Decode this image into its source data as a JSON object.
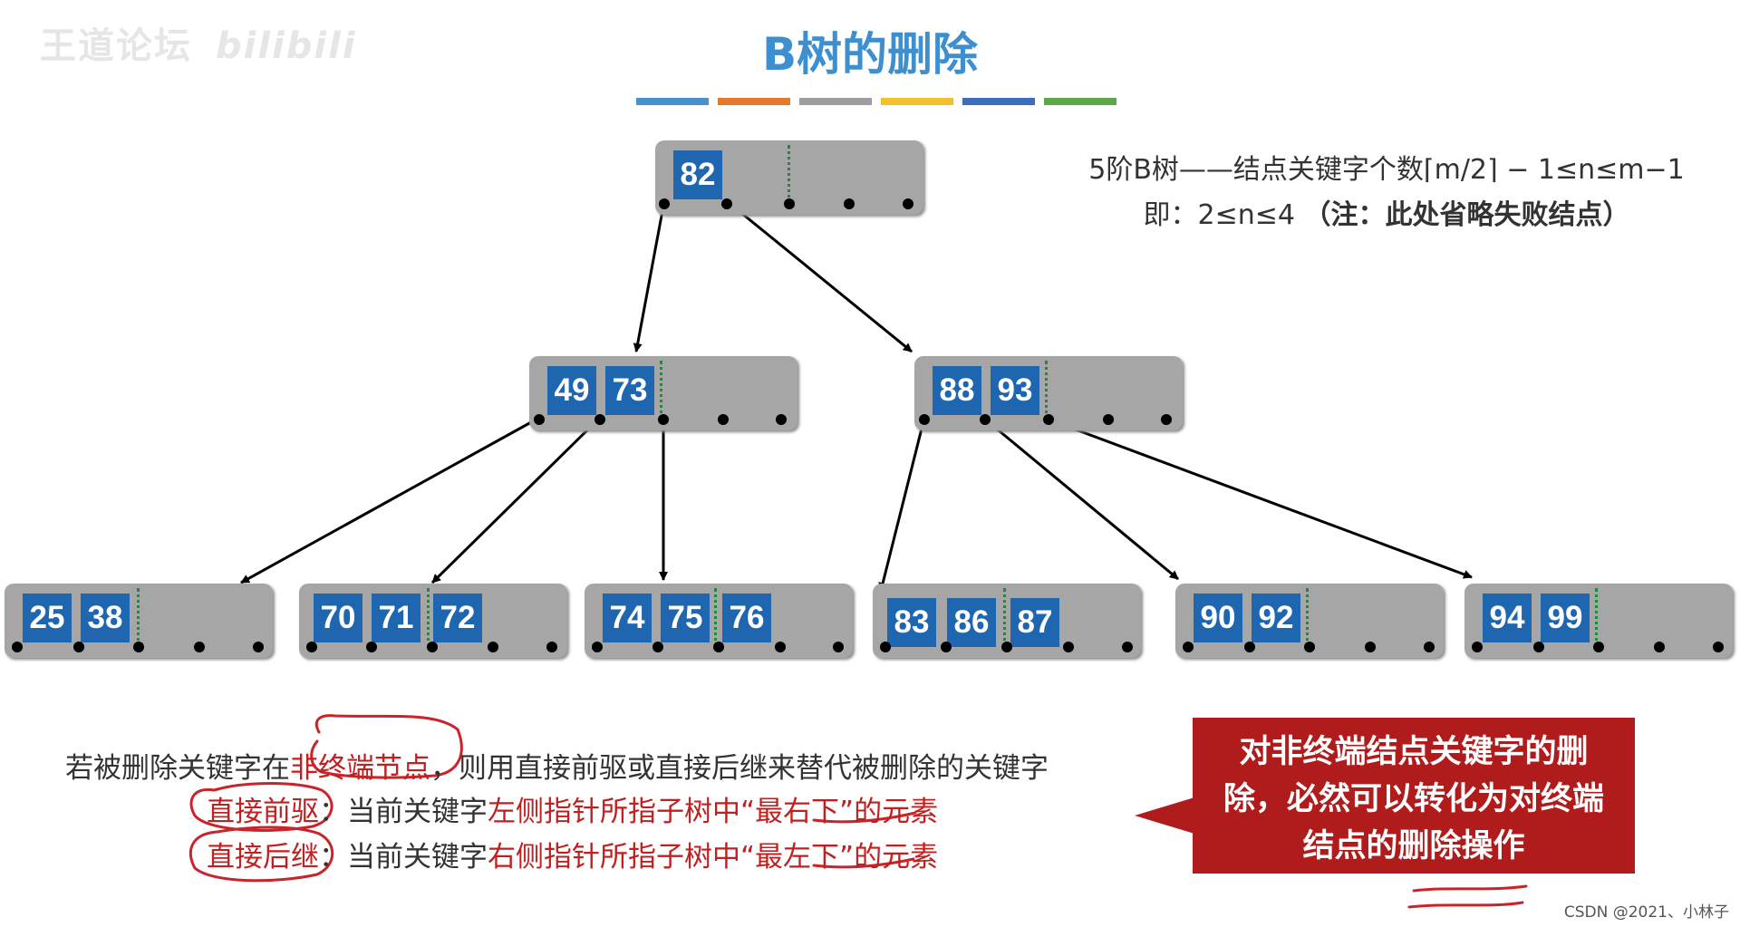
{
  "watermark": {
    "left": "王道论坛",
    "right": "bilibili"
  },
  "title": "B树的删除",
  "colors": {
    "key_fill": "#1f66b0",
    "node_fill": "#a6a6a6",
    "red_text": "#c0201f",
    "callout": "#b01c1c",
    "title": "#3d8fd0",
    "bar_colors": [
      "#4a8fd0",
      "#e2792c",
      "#9e9e9e",
      "#f2c12e",
      "#3b6fbe",
      "#5da74a"
    ]
  },
  "tree": {
    "root": {
      "keys": [
        "82"
      ]
    },
    "level2": [
      {
        "keys": [
          "49",
          "73"
        ]
      },
      {
        "keys": [
          "88",
          "93"
        ]
      }
    ],
    "leaves": [
      {
        "keys": [
          "25",
          "38"
        ]
      },
      {
        "keys": [
          "70",
          "71",
          "72"
        ]
      },
      {
        "keys": [
          "74",
          "75",
          "76"
        ]
      },
      {
        "keys": [
          "83",
          "86",
          "87"
        ]
      },
      {
        "keys": [
          "90",
          "92"
        ]
      },
      {
        "keys": [
          "94",
          "99"
        ]
      }
    ]
  },
  "note": {
    "line1": "5阶B树——结点关键字个数⌈m/2⌉ − 1≤n≤m−1",
    "line2_prefix": "即：2≤n≤4",
    "line2_bold": "（注：此处省略失败结点）"
  },
  "text": {
    "line1_a": "若被删除关键字在",
    "line1_b": "非终端节点",
    "line1_c": "，则用直接前驱或直接后继来替代被删除的关键字",
    "pred_label": "直接前驱",
    "pred_a": "：当前关键字",
    "pred_b": "左侧指针所指子树中",
    "pred_c": "“最右下”",
    "pred_d": "的元素",
    "succ_label": "直接后继",
    "succ_a": "：当前关键字",
    "succ_b": "右侧指针所指子树中",
    "succ_c": "“最左下”",
    "succ_d": "的元素"
  },
  "callout": {
    "line1": "对非终端结点关键字的删",
    "line2": "除，必然可以转化为对终端",
    "line3": "结点的删除操作"
  },
  "credit": "CSDN @2021、小林子"
}
